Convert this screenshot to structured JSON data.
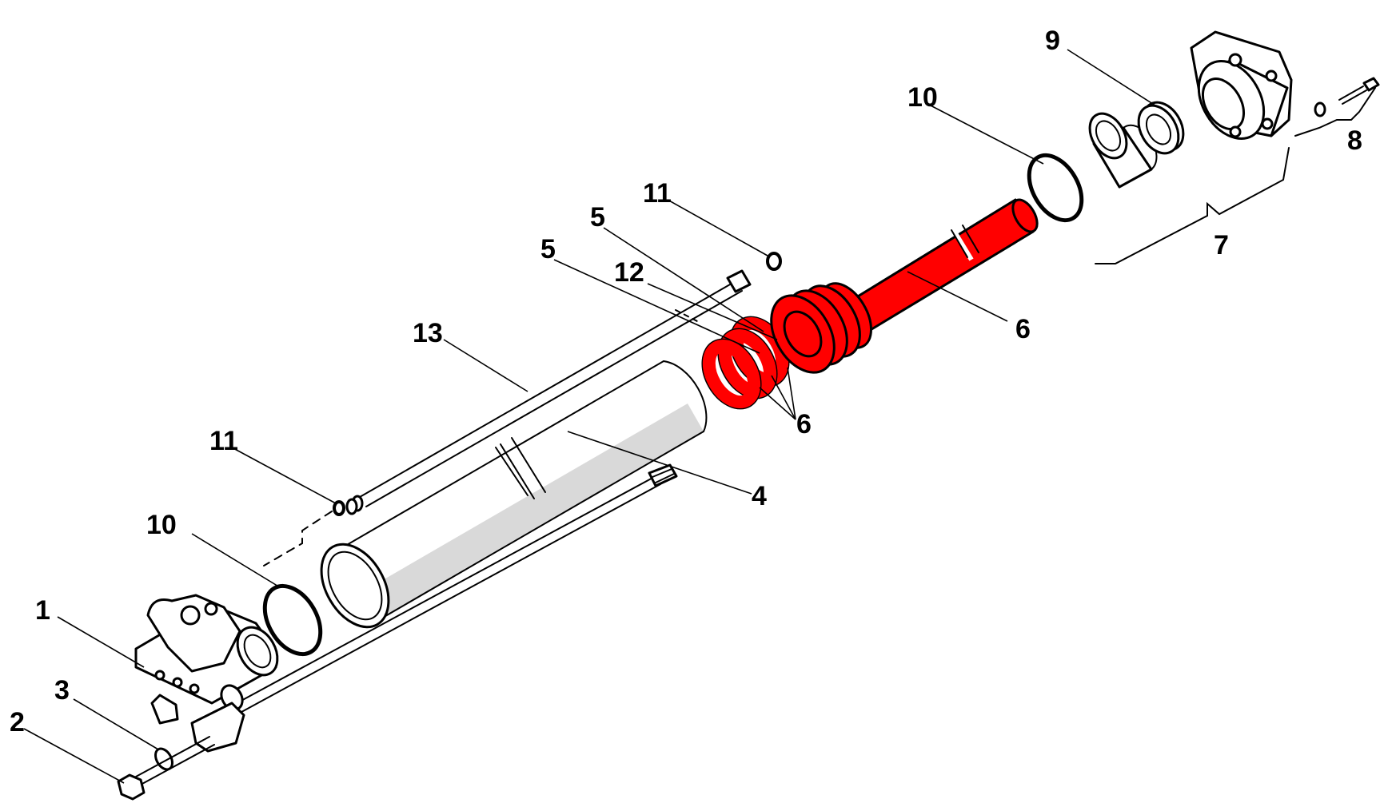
{
  "callouts": {
    "c1": "1",
    "c2": "2",
    "c3": "3",
    "c4": "4",
    "c5a": "5",
    "c5b": "5",
    "c6a": "6",
    "c6b": "6",
    "c7": "7",
    "c8": "8",
    "c9": "9",
    "c10a": "10",
    "c10b": "10",
    "c11a": "11",
    "c11b": "11",
    "c12": "12",
    "c13": "13"
  },
  "colors": {
    "highlight": "#ff0000",
    "line": "#000000",
    "shade": "#d9d9d9"
  }
}
